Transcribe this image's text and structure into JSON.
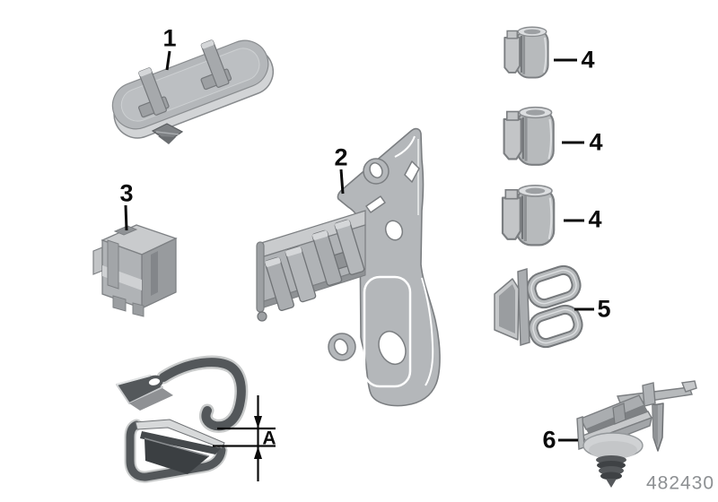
{
  "figure": {
    "type": "parts-diagram",
    "background": "#ffffff",
    "drawing_number": "482430",
    "dimension_label": "A",
    "callouts": [
      {
        "id": "1",
        "label": "1"
      },
      {
        "id": "2",
        "label": "2"
      },
      {
        "id": "3",
        "label": "3"
      },
      {
        "id": "4a",
        "label": "4"
      },
      {
        "id": "4b",
        "label": "4"
      },
      {
        "id": "4c",
        "label": "4"
      },
      {
        "id": "5",
        "label": "5"
      },
      {
        "id": "6",
        "label": "6"
      }
    ],
    "colors": {
      "part_gray": "#b4b7ba",
      "part_light": "#d2d4d6",
      "part_edge": "#7b7e81",
      "dark_part_fill": "#53575a",
      "dark_part_outline": "#c9cbcb",
      "callout_text": "#0b0b0b",
      "drawing_number_text": "#8d9093"
    }
  }
}
